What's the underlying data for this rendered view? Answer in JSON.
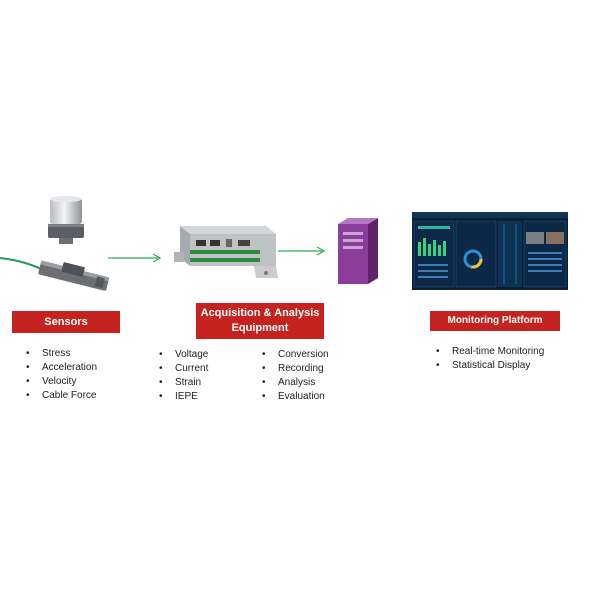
{
  "colors": {
    "label_bg": "#c4231f",
    "arrow": "#2eaa4f",
    "server": "#8a3d9a"
  },
  "icons": [
    "accelerometer-icon",
    "strain-sensor-icon",
    "acquisition-device-icon",
    "server-icon",
    "dashboard-screenshot-icon"
  ],
  "sensors": {
    "label": "Sensors",
    "items": [
      "Stress",
      "Acceleration",
      "Velocity",
      "Cable Force"
    ]
  },
  "acquisition": {
    "label_line1": "Acquisition & Analysis",
    "label_line2": "Equipment",
    "left_items": [
      "Voltage",
      "Current",
      "Strain",
      "IEPE"
    ],
    "right_items": [
      "Conversion",
      "Recording",
      "Analysis",
      "Evaluation"
    ]
  },
  "platform": {
    "label": "Monitoring Platform",
    "items": [
      "Real-time Monitoring",
      "Statistical Display"
    ]
  }
}
